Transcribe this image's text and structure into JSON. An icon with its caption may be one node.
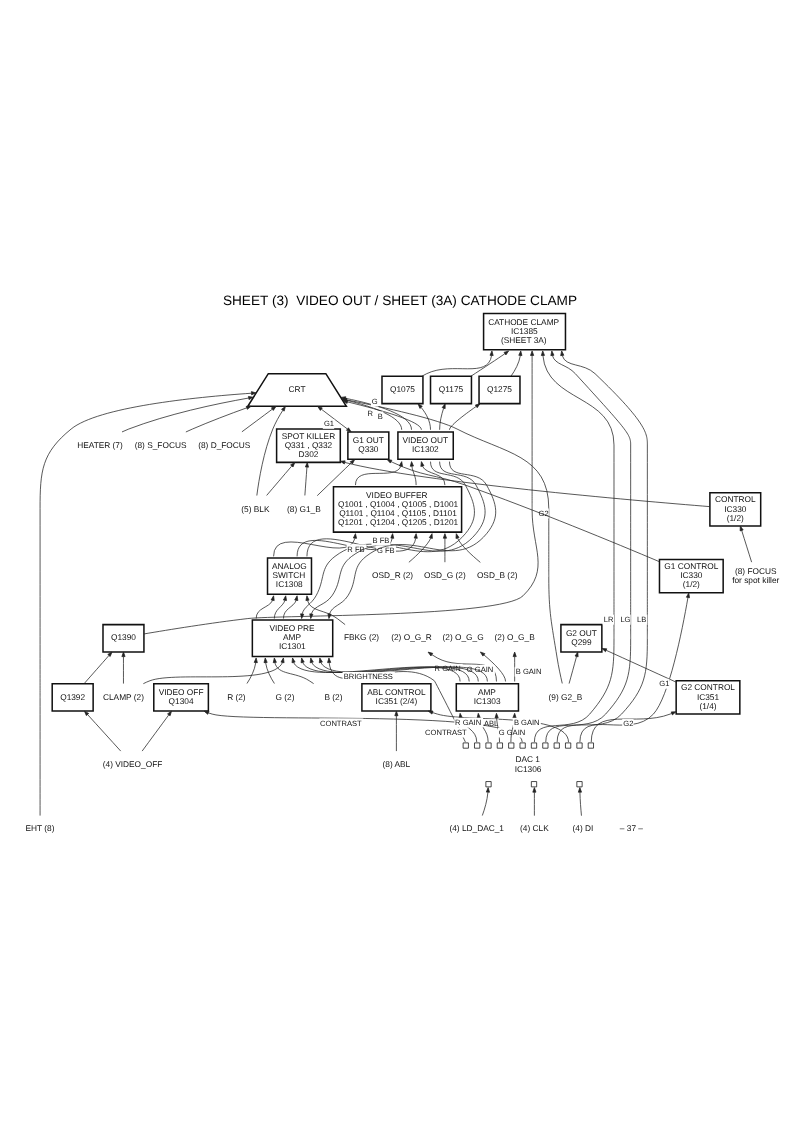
{
  "diagram": {
    "title": "SHEET (3)  VIDEO OUT / SHEET (3A) CATHODE CLAMP",
    "nodes": [
      {
        "text": [
          "EHT (8)"
        ]
      },
      {
        "text": [
          "HEATER (7)"
        ]
      },
      {
        "text": [
          "CRT"
        ]
      },
      {
        "text": [
          "(8) S_FOCUS"
        ]
      },
      {
        "text": [
          "(8) D_FOCUS"
        ]
      },
      {
        "text": [
          "(5) BLK"
        ]
      },
      {
        "text": [
          "(8) G1_B"
        ]
      },
      {
        "text": [
          "(8) FOCUS",
          "for spot killer"
        ]
      },
      {
        "text": [
          "(8) ABL"
        ]
      },
      {
        "text": [
          "(9) G2_B"
        ]
      },
      {
        "text": [
          "(4) LD_DAC_1"
        ]
      },
      {
        "text": [
          "(4) CLK"
        ]
      },
      {
        "text": [
          "(4) DI"
        ]
      },
      {
        "text": [
          "(4) VIDEO_OFF"
        ]
      },
      {
        "text": [
          "OSD_R (2)"
        ]
      },
      {
        "text": [
          "OSD_G (2)"
        ]
      },
      {
        "text": [
          "OSD_B (2)"
        ]
      },
      {
        "text": [
          "FBKG (2)"
        ]
      },
      {
        "text": [
          "R (2)"
        ]
      },
      {
        "text": [
          "G (2)"
        ]
      },
      {
        "text": [
          "B (2)"
        ]
      },
      {
        "text": [
          "CLAMP (2)"
        ]
      },
      {
        "text": [
          "(2) O_G_R"
        ]
      },
      {
        "text": [
          "(2) O_G_G"
        ]
      },
      {
        "text": [
          "(2) O_G_B"
        ]
      },
      {
        "text": [
          "VIDEO PRE AMP",
          "IC1301"
        ]
      },
      {
        "text": [
          "ANALOG SWITCH",
          "IC1308"
        ]
      },
      {
        "text": [
          "VIDEO BUFFER",
          "Q1001 , Q1004 , Q1005 , D1001 Q1101 , Q1104 , Q1105 , D1101 Q1201 , Q1204 , Q1205 , D1201"
        ]
      },
      {
        "text": [
          "VIDEO OUT",
          "IC1302"
        ]
      },
      {
        "text": [
          "Q1075"
        ]
      },
      {
        "text": [
          "Q1175"
        ]
      },
      {
        "text": [
          "Q1275"
        ]
      },
      {
        "text": [
          "CATHODE CLAMP",
          "IC1385",
          "(SHEET 3A)"
        ]
      },
      {
        "text": [
          "CONTROL IC330 (1/2)"
        ]
      },
      {
        "text": [
          "SPOT KILLER Q331 , Q332 D302"
        ]
      },
      {
        "text": [
          "G1 OUT Q330"
        ]
      },
      {
        "text": [
          "G2 OUT Q299"
        ]
      },
      {
        "text": [
          "ABL CONTROL",
          "IC351 (2/4)"
        ]
      },
      {
        "text": [
          "G1 CONTROL IC330 (1/2)"
        ]
      },
      {
        "text": [
          "G2 CONTROL IC351 (1/4)"
        ]
      },
      {
        "text": [
          "Q1390"
        ]
      },
      {
        "text": [
          "Q1392"
        ]
      },
      {
        "text": [
          "VIDEO OFF Q1304"
        ]
      },
      {
        "text": [
          "AMP",
          "IC1303"
        ]
      },
      {
        "text": [
          "DAC 1 IC1306"
        ]
      }
    ],
    "edges": [
      {
        "from": 0,
        "to": 2,
        "arrow": "to"
      },
      {
        "from": 1,
        "to": 2,
        "arrow": "to"
      },
      {
        "from": 3,
        "to": 2,
        "arrow": "to"
      },
      {
        "from": 4,
        "to": 2,
        "arrow": "to"
      },
      {
        "from": 9,
        "to": 2,
        "arrow": "to",
        "label": "G2"
      },
      {
        "from": 9,
        "to": 36,
        "arrow": "to"
      },
      {
        "from": 35,
        "to": 2,
        "arrow": "both",
        "label": "G1"
      },
      {
        "from": 5,
        "to": 2,
        "arrow": "to"
      },
      {
        "from": 6,
        "to": 35,
        "arrow": "to"
      },
      {
        "from": 6,
        "to": 34,
        "arrow": "to"
      },
      {
        "from": 7,
        "to": 33,
        "arrow": "to"
      },
      {
        "from": 33,
        "to": 34,
        "arrow": "to"
      },
      {
        "from": 5,
        "to": 34,
        "arrow": "to"
      },
      {
        "from": 38,
        "to": 35,
        "arrow": "to"
      },
      {
        "from": 39,
        "to": 36,
        "arrow": "to"
      },
      {
        "from": 8,
        "to": 37,
        "arrow": "to"
      },
      {
        "from": 44,
        "to": 37,
        "arrow": "to",
        "label": "ABL"
      },
      {
        "from": 44,
        "to": 38,
        "arrow": "to",
        "label": "G1"
      },
      {
        "from": 44,
        "to": 39,
        "arrow": "to",
        "label": "G2"
      },
      {
        "from": 10,
        "to": 44,
        "arrow": "to"
      },
      {
        "from": 11,
        "to": 44,
        "arrow": "to"
      },
      {
        "from": 12,
        "to": 44,
        "arrow": "to"
      },
      {
        "from": 44,
        "to": 32,
        "arrow": "to",
        "label": "LR"
      },
      {
        "from": 44,
        "to": 32,
        "arrow": "to",
        "label": "LG"
      },
      {
        "from": 44,
        "to": 32,
        "arrow": "to",
        "label": "LB"
      },
      {
        "from": 44,
        "to": 25,
        "arrow": "to",
        "label": "BRIGHTNESS"
      },
      {
        "from": 44,
        "to": 43,
        "arrow": "to",
        "label": "CONTRAST"
      },
      {
        "from": 44,
        "to": 43,
        "arrow": "to",
        "label": "R GAIN"
      },
      {
        "from": 44,
        "to": 43,
        "arrow": "to",
        "label": "G GAIN"
      },
      {
        "from": 44,
        "to": 43,
        "arrow": "to",
        "label": "B GAIN"
      },
      {
        "from": 44,
        "to": 42,
        "arrow": "to",
        "label": "CONTRAST"
      },
      {
        "from": 43,
        "to": 25,
        "arrow": "to"
      },
      {
        "from": 43,
        "to": 22,
        "arrow": "to",
        "label": "R GAIN"
      },
      {
        "from": 43,
        "to": 23,
        "arrow": "to",
        "label": "G GAIN"
      },
      {
        "from": 43,
        "to": 24,
        "arrow": "to",
        "label": "B GAIN"
      },
      {
        "from": 43,
        "to": 25,
        "arrow": "to"
      },
      {
        "from": 43,
        "to": 25,
        "arrow": "to"
      },
      {
        "from": 43,
        "to": 25,
        "arrow": "to"
      },
      {
        "from": 21,
        "to": 25,
        "arrow": "to"
      },
      {
        "from": 21,
        "to": 40,
        "arrow": "to"
      },
      {
        "from": 41,
        "to": 40,
        "arrow": "to"
      },
      {
        "from": 13,
        "to": 42,
        "arrow": "to"
      },
      {
        "from": 13,
        "to": 41,
        "arrow": "to"
      },
      {
        "from": 18,
        "to": 25,
        "arrow": "to"
      },
      {
        "from": 19,
        "to": 25,
        "arrow": "to"
      },
      {
        "from": 20,
        "to": 25,
        "arrow": "to"
      },
      {
        "from": 25,
        "to": 26,
        "arrow": "to"
      },
      {
        "from": 25,
        "to": 26,
        "arrow": "to"
      },
      {
        "from": 25,
        "to": 26,
        "arrow": "to"
      },
      {
        "from": 17,
        "to": 26,
        "arrow": "to"
      },
      {
        "from": 26,
        "to": 27,
        "arrow": "to"
      },
      {
        "from": 26,
        "to": 27,
        "arrow": "to"
      },
      {
        "from": 26,
        "to": 27,
        "arrow": "to"
      },
      {
        "from": 14,
        "to": 27,
        "arrow": "to"
      },
      {
        "from": 15,
        "to": 27,
        "arrow": "to"
      },
      {
        "from": 16,
        "to": 27,
        "arrow": "to"
      },
      {
        "from": 27,
        "to": 28,
        "arrow": "to"
      },
      {
        "from": 27,
        "to": 28,
        "arrow": "to"
      },
      {
        "from": 27,
        "to": 28,
        "arrow": "to"
      },
      {
        "from": 28,
        "to": 2,
        "arrow": "to",
        "label": "R"
      },
      {
        "from": 28,
        "to": 2,
        "arrow": "to",
        "label": "G"
      },
      {
        "from": 28,
        "to": 2,
        "arrow": "to",
        "label": "B"
      },
      {
        "from": 28,
        "to": 25,
        "arrow": "to",
        "label": "R FB"
      },
      {
        "from": 28,
        "to": 25,
        "arrow": "to",
        "label": "G FB"
      },
      {
        "from": 28,
        "to": 25,
        "arrow": "to",
        "label": "B FB"
      },
      {
        "from": 28,
        "to": 29,
        "arrow": "to"
      },
      {
        "from": 28,
        "to": 30,
        "arrow": "to"
      },
      {
        "from": 28,
        "to": 31,
        "arrow": "to"
      },
      {
        "from": 29,
        "to": 32,
        "arrow": "to"
      },
      {
        "from": 30,
        "to": 32,
        "arrow": "to"
      },
      {
        "from": 31,
        "to": 32,
        "arrow": "to"
      },
      {
        "from": 40,
        "to": 32,
        "arrow": "to"
      }
    ],
    "labels": [
      "– 37 –"
    ]
  }
}
